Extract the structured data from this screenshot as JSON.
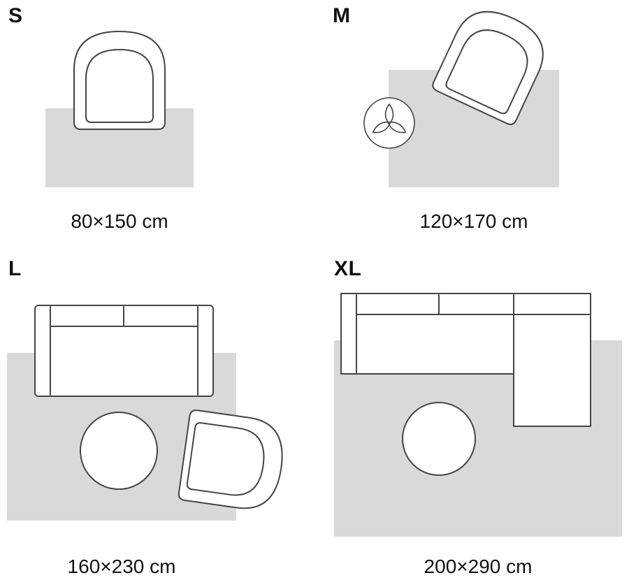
{
  "colors": {
    "background": "#ffffff",
    "rug_fill": "#d9d9d9",
    "furniture_fill": "#ffffff",
    "outline": "#454545",
    "text": "#111111"
  },
  "sections": {
    "s": {
      "label": "S",
      "caption": "80×150 cm",
      "furniture": [
        "armchair"
      ]
    },
    "m": {
      "label": "M",
      "caption": "120×170 cm",
      "furniture": [
        "armchair",
        "plant"
      ]
    },
    "l": {
      "label": "L",
      "caption": "160×230 cm",
      "furniture": [
        "sofa",
        "round-table",
        "armchair"
      ]
    },
    "xl": {
      "label": "XL",
      "caption": "200×290 cm",
      "furniture": [
        "corner-sofa",
        "round-table"
      ]
    }
  }
}
